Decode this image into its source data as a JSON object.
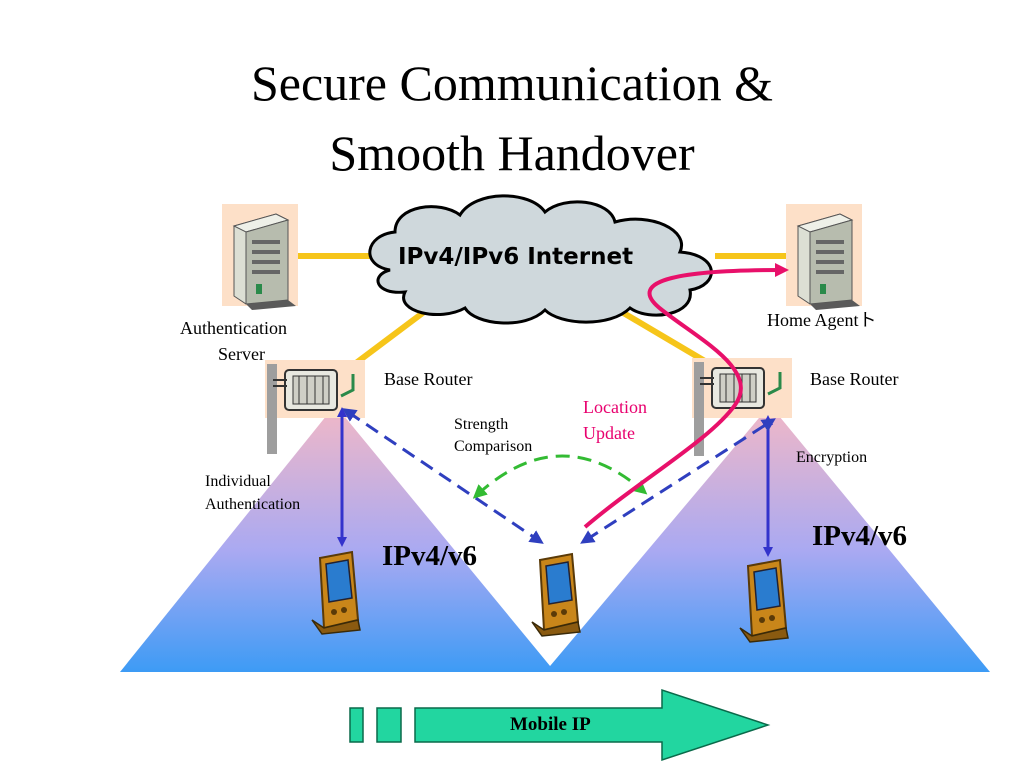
{
  "title": {
    "line1": "Secure Communication &",
    "line2": "Smooth Handover"
  },
  "cloud": {
    "label": "IPv4/IPv6 Internet"
  },
  "labels": {
    "auth_server_line1": "Authentication",
    "auth_server_line2": "Server",
    "home_agent": "Home Agentト",
    "base_router_left": "Base Router",
    "base_router_right": "Base Router",
    "strength_line1": "Strength",
    "strength_line2": "Comparison",
    "location_line1": "Location",
    "location_line2": "Update",
    "encryption": "Encryption",
    "individual_line1": "Individual",
    "individual_line2": "Authentication",
    "ipv4v6_left": "IPv4/v6",
    "ipv4v6_right": "IPv4/v6",
    "mobile_ip": "Mobile IP"
  },
  "colors": {
    "link_yellow": "#f6c51a",
    "auth_arrow": "#3333cc",
    "handover_dashed": "#2f3fbf",
    "strength_dashed": "#33bb33",
    "location_update": "#e8106a",
    "mobile_ip_arrow": "#22d6a0",
    "cell_top": "#f2b8c6",
    "cell_bottom": "#3d9bf5"
  },
  "icons": [
    "server-icon",
    "router-icon",
    "pda-icon",
    "cloud-icon"
  ]
}
